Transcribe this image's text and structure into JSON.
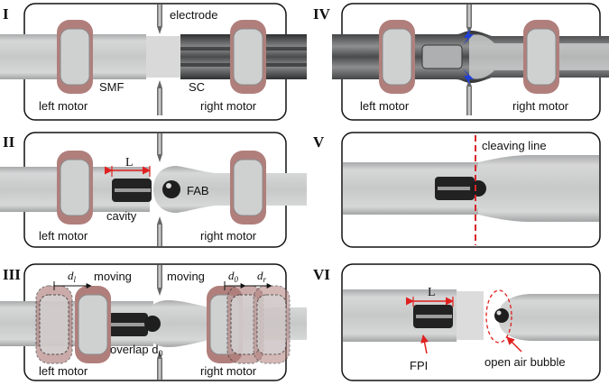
{
  "panels": [
    {
      "numeral": "I",
      "labels": {
        "electrode": "electrode",
        "smf": "SMF",
        "sc": "SC",
        "left_motor": "left motor",
        "right_motor": "right motor"
      }
    },
    {
      "numeral": "II",
      "labels": {
        "L": "L",
        "fab": "FAB",
        "cavity": "cavity",
        "left_motor": "left motor",
        "right_motor": "right motor"
      }
    },
    {
      "numeral": "III",
      "labels": {
        "moving_left": "moving",
        "moving_right": "moving",
        "dl": "d",
        "dl_sub": "l",
        "d0": "d",
        "d0_sub": "0",
        "dr": "d",
        "dr_sub": "r",
        "overlap": "overlap d",
        "overlap_sub": "0",
        "left_motor": "left motor",
        "right_motor": "right motor"
      }
    },
    {
      "numeral": "IV",
      "labels": {
        "left_motor": "left motor",
        "right_motor": "right motor"
      }
    },
    {
      "numeral": "V",
      "labels": {
        "cleaving_line": "cleaving line"
      }
    },
    {
      "numeral": "VI",
      "labels": {
        "L": "L",
        "fpi": "FPI",
        "bubble": "open air bubble"
      }
    }
  ],
  "colors": {
    "motor": "#b07f7c",
    "fiber": "#cfd0d0",
    "fiber_dark": "#6f7071",
    "cleave": "#d8232a",
    "marker": "#e02020",
    "spark": "#1f3fd8"
  }
}
